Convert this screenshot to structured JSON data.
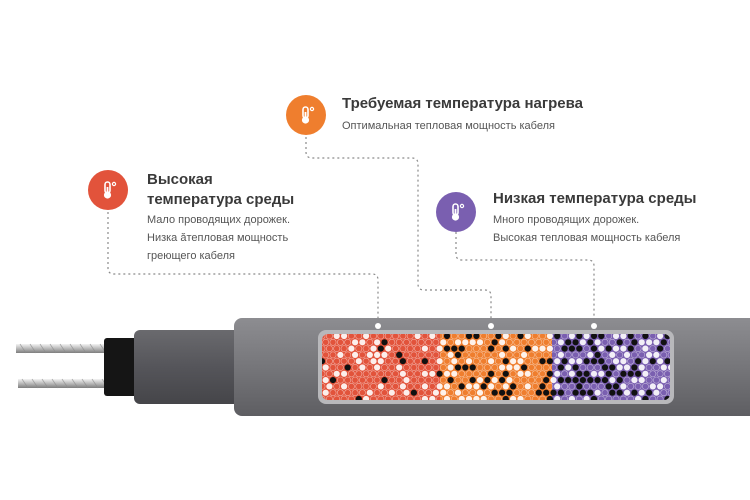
{
  "colors": {
    "hot": "#e2533b",
    "optimal": "#ef7e2e",
    "cold": "#7a5fb0",
    "jacket": "#7a7a7e",
    "line": "#8a8a8a"
  },
  "callouts": {
    "high": {
      "icon": "thermometer-icon",
      "title_line1": "Высокая",
      "title_line2": "температура среды",
      "desc_line1": "Мало проводящих дорожек.",
      "desc_line2": "Низка ăтепловая мощность",
      "desc_line3": "греющего кабеля"
    },
    "required": {
      "icon": "thermometer-icon",
      "title": "Требуемая температура нагрева",
      "desc": "Оптимальная тепловая мощность кабеля"
    },
    "low": {
      "icon": "thermometer-icon",
      "title": "Низкая температура среды",
      "desc_line1": "Много проводящих дорожек.",
      "desc_line2": "Высокая тепловая мощность кабеля"
    }
  }
}
